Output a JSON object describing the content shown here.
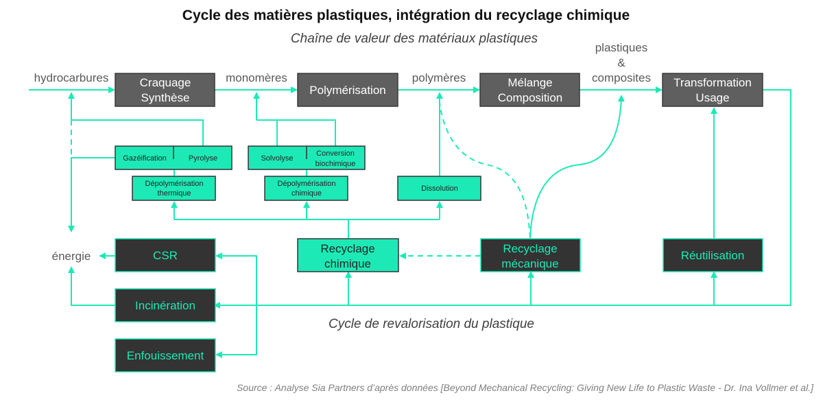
{
  "header": {
    "title": "Cycle des matières plastiques, intégration du recyclage chimique",
    "value_chain_subtitle": "Chaîne de valeur des matériaux plastiques",
    "revalorisation_subtitle": "Cycle de revalorisation du plastique"
  },
  "flow_labels": {
    "hydrocarbures": "hydrocarbures",
    "monomeres": "monomères",
    "polymeres": "polymères",
    "plastiques_line1": "plastiques",
    "plastiques_line2": "&",
    "plastiques_line3": "composites",
    "energie": "énergie"
  },
  "value_chain": [
    {
      "line1": "Craquage",
      "line2": "Synthèse"
    },
    {
      "line1": "Polymérisation",
      "line2": ""
    },
    {
      "line1": "Mélange",
      "line2": "Composition"
    },
    {
      "line1": "Transformation",
      "line2": "Usage"
    }
  ],
  "chemical_processes": {
    "gazeification": "Gazéification",
    "pyrolyse": "Pyrolyse",
    "depoly_thermique_line1": "Dépolymérisation",
    "depoly_thermique_line2": "thermique",
    "solvolyse": "Solvolyse",
    "conversion_line1": "Conversion",
    "conversion_line2": "biochimique",
    "depoly_chimique_line1": "Dépolymérisation",
    "depoly_chimique_line2": "chimique",
    "dissolution": "Dissolution"
  },
  "end_of_life": {
    "csr": "CSR",
    "incineration": "Incinération",
    "enfouissement": "Enfouissement",
    "recyclage_chimique_line1": "Recyclage",
    "recyclage_chimique_line2": "chimique",
    "recyclage_mecanique_line1": "Recyclage",
    "recyclage_mecanique_line2": "mécanique",
    "reutilisation": "Réutilisation"
  },
  "source": "Source : Analyse Sia Partners d’après données [Beyond Mechanical Recycling: Giving New Life to Plastic Waste - Dr. Ina Vollmer et al.]",
  "colors": {
    "accent_teal": "#1de9b6",
    "value_chain_box": "#5f5f5f",
    "end_of_life_box": "#333333",
    "text_gray": "#595959"
  }
}
